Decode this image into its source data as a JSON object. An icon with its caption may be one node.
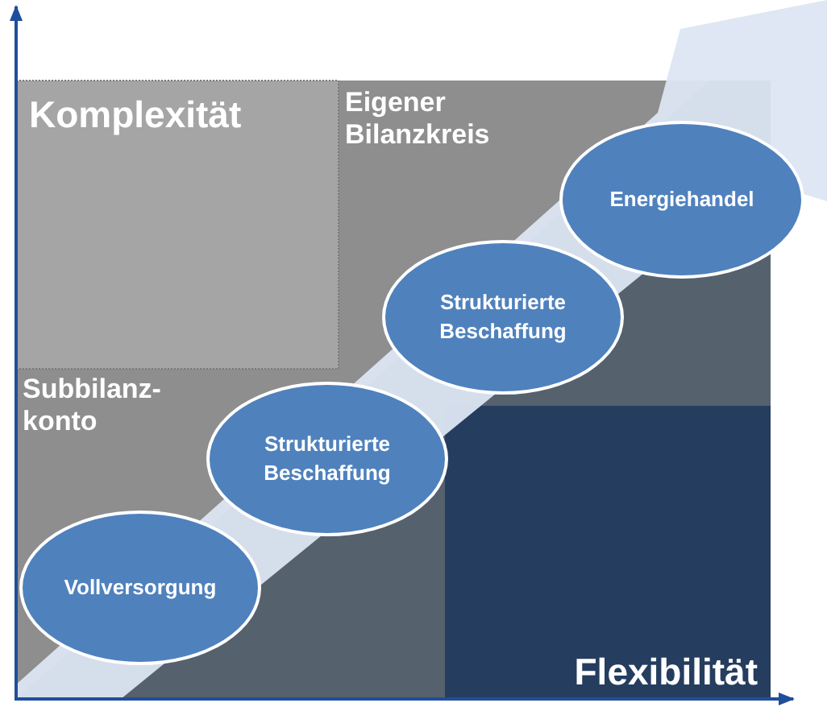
{
  "diagram": {
    "nodes": [
      {
        "text": [
          "Vollversorgung"
        ]
      },
      {
        "text": [
          "Strukturierte Beschaffung"
        ]
      },
      {
        "text": [
          "Strukturierte Beschaffung"
        ]
      },
      {
        "text": [
          "Energiehandel"
        ]
      }
    ],
    "labels": [
      "Komplexität",
      "Eigener Bilanzkreis",
      "Subbilanz- konto",
      "Flexibilität"
    ]
  }
}
